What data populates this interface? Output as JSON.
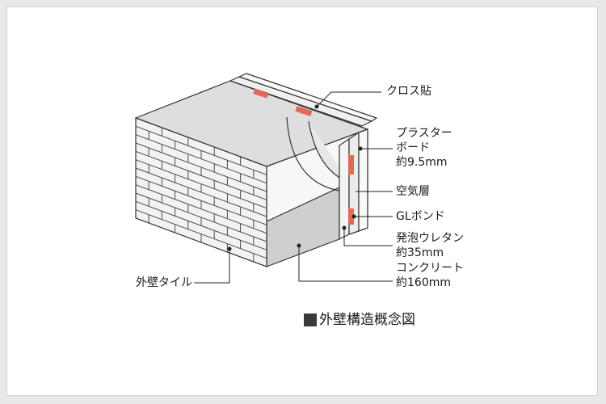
{
  "labels": {
    "cloth": "クロス貼",
    "plaster_line1": "プラスター",
    "plaster_line2": "ボード",
    "plaster_line3": "約9.5mm",
    "air": "空気層",
    "gl": "GLボンド",
    "urethane_line1": "発泡ウレタン",
    "urethane_line2": "約35mm",
    "concrete_line1": "コンクリート",
    "concrete_line2": "約160mm",
    "tile": "外壁タイル"
  },
  "caption": "外壁構造概念図",
  "colors": {
    "background": "#ffffff",
    "tile_face": "#f2f2f2",
    "tile_grout": "#4a4a4a",
    "concrete": "#d9d9d9",
    "concrete_shadow": "#c8c8c8",
    "interior": "#f7f7f7",
    "urethane_accent": "#e06a5a",
    "outline": "#333333"
  }
}
